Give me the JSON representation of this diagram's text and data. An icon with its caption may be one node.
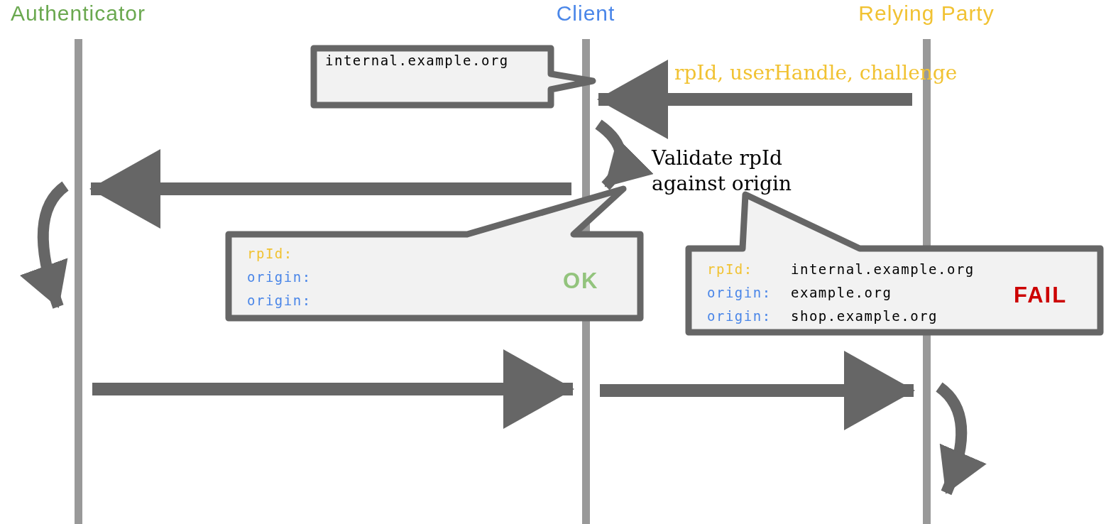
{
  "diagram": {
    "nodes": [
      {
        "text": [
          "Authenticator"
        ]
      },
      {
        "text": [
          "Client"
        ]
      },
      {
        "text": [
          "Relying Party"
        ]
      },
      {
        "text": [
          "internal.example.org"
        ]
      },
      {
        "text": [
          "Validate rpId against origin"
        ]
      },
      {
        "text": [
          "rpId:",
          "origin:",
          "origin:",
          "OK"
        ]
      },
      {
        "text": [
          "rpId: internal.example.org",
          "origin: example.org",
          "origin: shop.example.org",
          "FAIL"
        ]
      }
    ],
    "edges": [
      {
        "from": 2,
        "to": 1,
        "arrow": "to",
        "label": "rpId, userHandle, challenge"
      },
      {
        "from": 1,
        "to": 0,
        "arrow": "to"
      },
      {
        "from": 0,
        "to": 1,
        "arrow": "to"
      },
      {
        "from": 1,
        "to": 2,
        "arrow": "to"
      }
    ]
  }
}
